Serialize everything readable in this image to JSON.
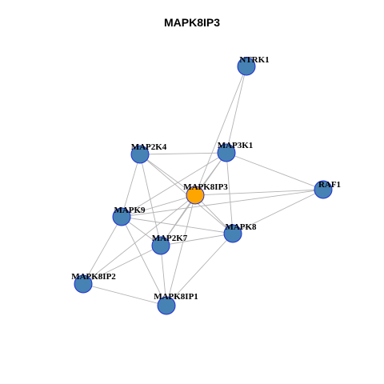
{
  "title": "MAPK8IP3",
  "colors": {
    "hub": "#ffa500",
    "node": "#4682b4",
    "border": "#1f2fd6",
    "edge": "#b3b3b3"
  },
  "nodes": [
    {
      "id": "NTRK1",
      "hub": false
    },
    {
      "id": "MAP3K1",
      "hub": false
    },
    {
      "id": "MAP2K4",
      "hub": false
    },
    {
      "id": "MAPK8IP3",
      "hub": true
    },
    {
      "id": "RAF1",
      "hub": false
    },
    {
      "id": "MAPK9",
      "hub": false
    },
    {
      "id": "MAPK8",
      "hub": false
    },
    {
      "id": "MAP2K7",
      "hub": false
    },
    {
      "id": "MAPK8IP2",
      "hub": false
    },
    {
      "id": "MAPK8IP1",
      "hub": false
    }
  ],
  "edges": [
    [
      "NTRK1",
      "MAP3K1"
    ],
    [
      "NTRK1",
      "MAPK8IP3"
    ],
    [
      "MAP2K4",
      "MAP3K1"
    ],
    [
      "MAP2K4",
      "MAPK8IP3"
    ],
    [
      "MAP2K4",
      "MAPK9"
    ],
    [
      "MAP2K4",
      "MAPK8"
    ],
    [
      "MAP2K4",
      "MAP2K7"
    ],
    [
      "MAP3K1",
      "MAPK8IP3"
    ],
    [
      "MAP3K1",
      "RAF1"
    ],
    [
      "MAP3K1",
      "MAPK8"
    ],
    [
      "MAP3K1",
      "MAPK9"
    ],
    [
      "MAP3K1",
      "MAP2K7"
    ],
    [
      "MAPK8IP3",
      "RAF1"
    ],
    [
      "MAPK8IP3",
      "MAPK9"
    ],
    [
      "MAPK8IP3",
      "MAPK8"
    ],
    [
      "MAPK8IP3",
      "MAP2K7"
    ],
    [
      "MAPK8IP3",
      "MAPK8IP2"
    ],
    [
      "MAPK8IP3",
      "MAPK8IP1"
    ],
    [
      "RAF1",
      "MAPK9"
    ],
    [
      "RAF1",
      "MAPK8"
    ],
    [
      "MAPK9",
      "MAPK8"
    ],
    [
      "MAPK9",
      "MAP2K7"
    ],
    [
      "MAPK9",
      "MAPK8IP2"
    ],
    [
      "MAPK9",
      "MAPK8IP1"
    ],
    [
      "MAPK8",
      "MAP2K7"
    ],
    [
      "MAPK8",
      "MAPK8IP1"
    ],
    [
      "MAP2K7",
      "MAPK8IP2"
    ],
    [
      "MAP2K7",
      "MAPK8IP1"
    ],
    [
      "MAPK8IP2",
      "MAPK8IP1"
    ]
  ]
}
